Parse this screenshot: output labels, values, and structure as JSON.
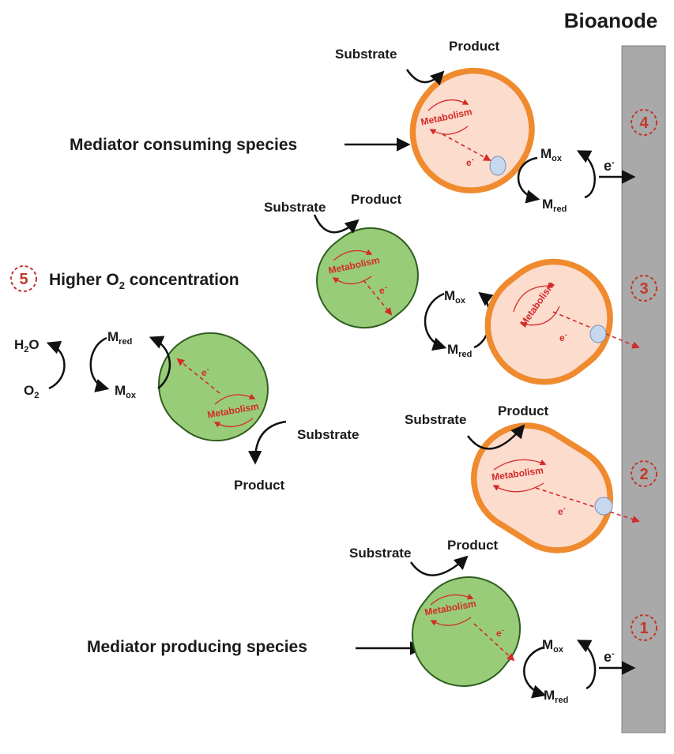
{
  "title": "Bioanode",
  "colors": {
    "orange_stroke": "#ef8a2e",
    "orange_fill": "#fcdccd",
    "green_stroke": "#2f5e1f",
    "green_fill": "#98cc78",
    "electrode": "#a9a9a9",
    "red": "#d42a2a",
    "step_circle": "#c0392b"
  },
  "labels": {
    "consuming": "Mediator consuming species",
    "producing": "Mediator producing species",
    "higher_o2_prefix": "Higher O",
    "higher_o2_sub": "2",
    "higher_o2_suffix": " concentration",
    "substrate": "Substrate",
    "product": "Product",
    "metabolism": "Metabolism",
    "e": "e",
    "e_sup": "-",
    "m": "M",
    "ox": "ox",
    "red": "red",
    "h2o_h": "H",
    "h2o_sub": "2",
    "h2o_o": "O",
    "o2_o": "O",
    "o2_sub": "2"
  },
  "steps": [
    "1",
    "2",
    "3",
    "4",
    "5"
  ]
}
